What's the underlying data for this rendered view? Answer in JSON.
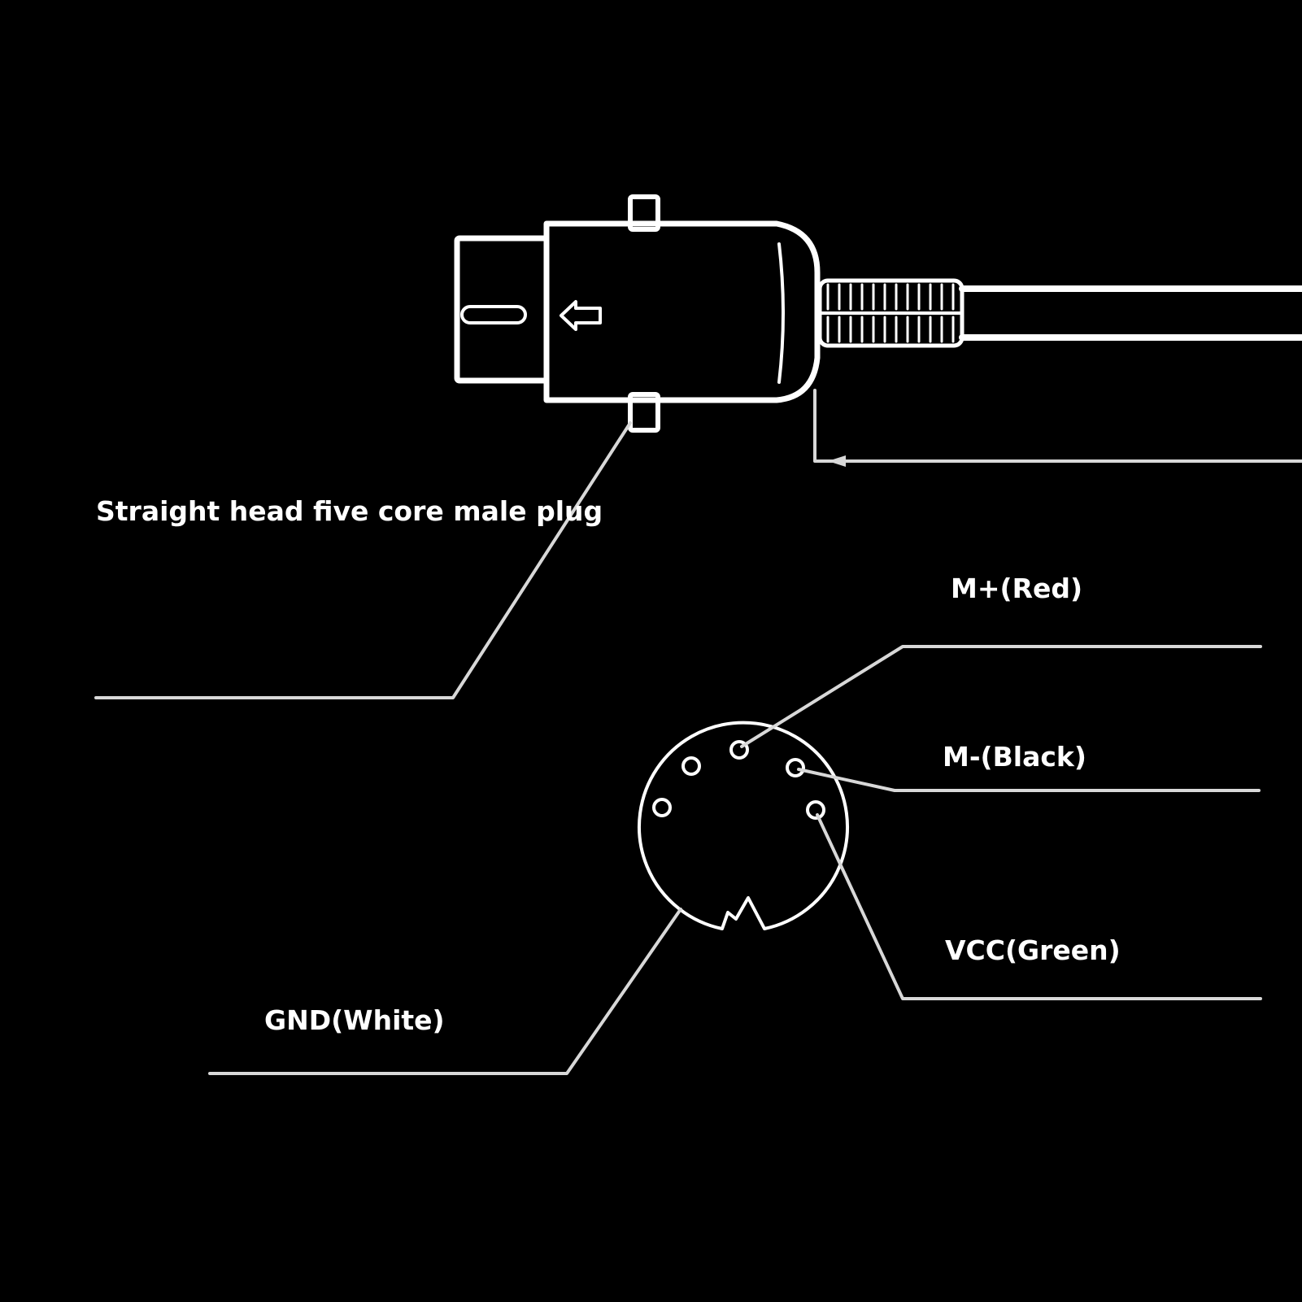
{
  "colors": {
    "background": "#000000",
    "line": "#ffffff",
    "leader": "#d8d8d8"
  },
  "labels": {
    "plug": "Straight head five core male plug",
    "m_plus": "M+(Red)",
    "m_minus": "M-(Black)",
    "vcc": "VCC(Green)",
    "gnd": "GND(White)"
  }
}
